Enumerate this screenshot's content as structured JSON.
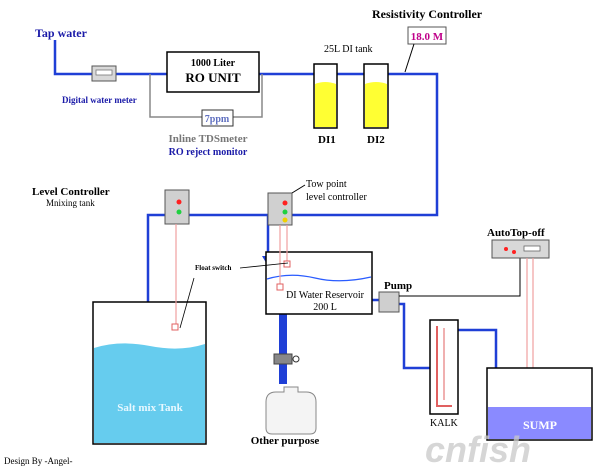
{
  "labels": {
    "tap_water": "Tap water",
    "meter": "Digital water meter",
    "ro_line1": "1000 Liter",
    "ro_line2": "RO UNIT",
    "tds_value": "7ppm",
    "tds_line1": "Inline TDSmeter",
    "tds_line2": "RO reject monitor",
    "resistivity_title": "Resistivity Controller",
    "resistivity_value": "18.0 M",
    "di_tank": "25L DI tank",
    "di1": "DI1",
    "di2": "DI2",
    "level_ctrl_title": "Level Controller",
    "level_ctrl_sub": "Mnixing tank",
    "two_point_1": "Tow point",
    "two_point_2": "level controller",
    "float_switch": "Float switch",
    "reservoir_1": "DI Water Reservoir",
    "reservoir_2": "200 L",
    "pump": "Pump",
    "auto_topoff": "AutoTop-off",
    "salt_tank": "Salt mix Tank",
    "other_purpose": "Other purpose",
    "kalk": "KALK",
    "sump": "SUMP",
    "design_by": "Design By -Angel-",
    "watermark": "cnfish"
  },
  "colors": {
    "pipe": "#1f3fd6",
    "wire": "#f0a0a0",
    "grey_line": "#888888",
    "title_blue": "#1a1aa8",
    "magenta": "#c0008a",
    "di_fill": "#ffff33",
    "water": "#66ccee",
    "sump_water": "#8a8aff",
    "led_red": "#ff2020",
    "led_green": "#20d040",
    "led_yellow": "#f0d000"
  }
}
